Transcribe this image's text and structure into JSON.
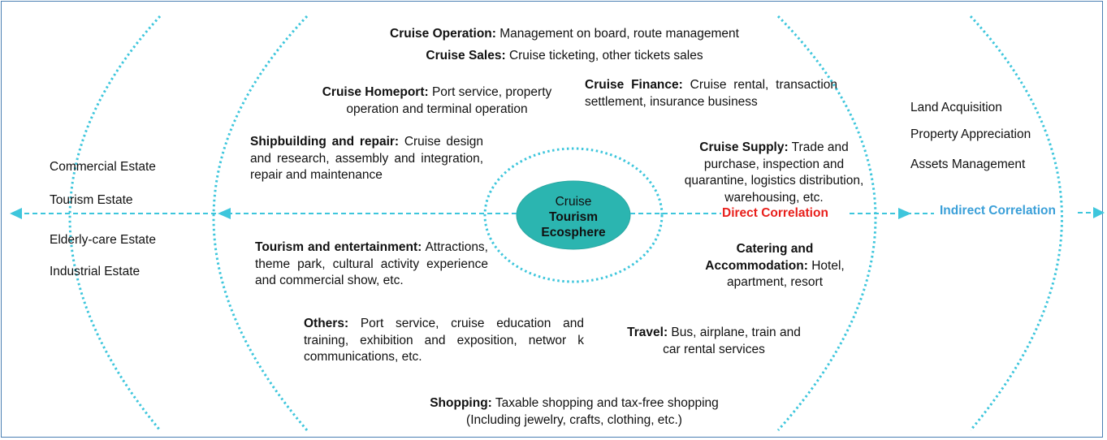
{
  "core": {
    "lines": [
      "Cruise",
      "Tourism",
      "Ecosphere"
    ],
    "color": "#2bb5b0",
    "ring_color": "#3cc8e0"
  },
  "inner": {
    "operation": {
      "title": "Cruise Operation:",
      "text": " Management on board, route management"
    },
    "sales": {
      "title": "Cruise Sales:",
      "text": " Cruise ticketing, other tickets sales"
    },
    "homeport": {
      "title": "Cruise Homeport:",
      "text": " Port service, property operation and terminal operation"
    },
    "finance": {
      "title": "Cruise Finance:",
      "text": " Cruise rental, transaction settlement, insurance business"
    },
    "shipbuilding": {
      "title": "Shipbuilding and repair:",
      "text": " Cruise design and research, assembly and integration, repair and maintenance"
    },
    "supply": {
      "title": "Cruise Supply:",
      "text": " Trade and purchase, inspection and quarantine, logistics distribution, warehousing, etc."
    },
    "tourism": {
      "title": "Tourism and entertainment:",
      "text": " Attractions, theme park, cultural activity experience and commercial show, etc."
    },
    "catering": {
      "title": "Catering and Accommodation:",
      "text": " Hotel, apartment, resort"
    },
    "others": {
      "title": "Others:",
      "text": " Port service, cruise education and training, exhibition and exposition, networ k communications, etc."
    },
    "travel": {
      "title": "Travel:",
      "text": " Bus, airplane, train and car rental services"
    },
    "shopping": {
      "title": "Shopping:",
      "text": " Taxable shopping and tax-free shopping (Including jewelry, crafts, clothing, etc.)"
    }
  },
  "left_items": [
    "Commercial Estate",
    "Tourism Estate",
    "Elderly-care Estate",
    "Industrial Estate"
  ],
  "right_items": [
    "Land Acquisition",
    "Property Appreciation",
    "Assets Management"
  ],
  "direct_correlation": {
    "label": "Direct Correlation",
    "color": "#e8201c"
  },
  "indirect_correlation": {
    "label": "Indirect Correlation",
    "color": "#3a9fd8"
  },
  "line_color": "#3ec6dc"
}
